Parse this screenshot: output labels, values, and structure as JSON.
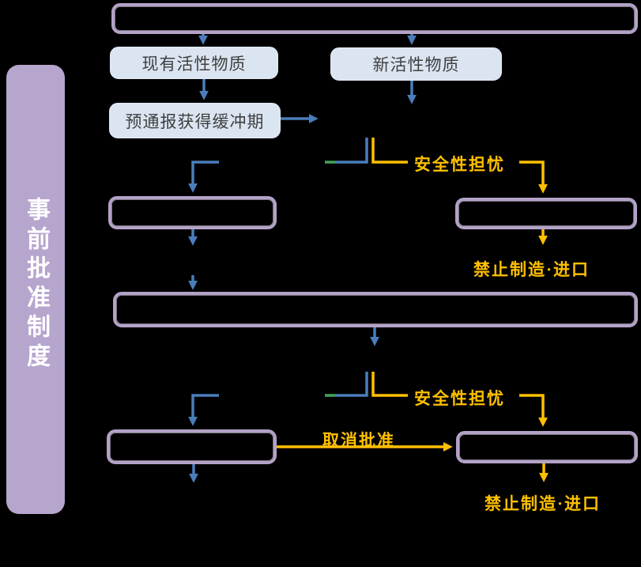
{
  "diagram": {
    "title_bar": {
      "label": "事前批准制度"
    },
    "nodes": {
      "existing_substance": "现有活性物质",
      "new_substance": "新活性物质",
      "pre_notification": "预通报获得缓冲期"
    },
    "edge_labels": {
      "safety_concern_1": "安全性担忧",
      "safety_concern_2": "安全性担忧",
      "ban_manufacture_import_1": "禁止制造·进口",
      "ban_manufacture_import_2": "禁止制造·进口",
      "cancel_approval": "取消批准"
    }
  },
  "colors": {
    "background": "#000000",
    "purple_border": "#b3a2c7",
    "purple_fill": "#b6a5cd",
    "box_fill": "#dbe5f1",
    "box_text": "#3f3f3f",
    "blue": "#4a7ebb",
    "gold": "#ffc000",
    "green_tip": "#46a25e"
  }
}
